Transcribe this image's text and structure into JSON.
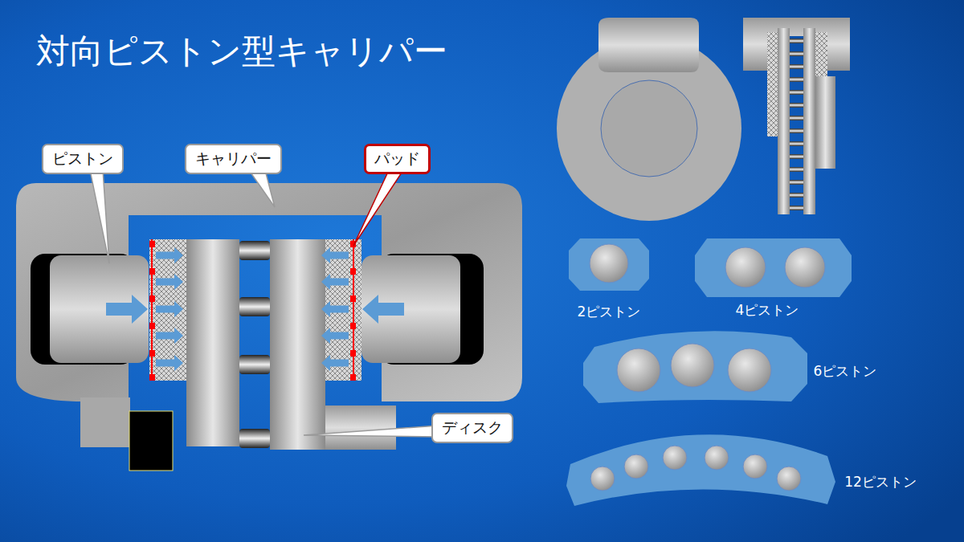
{
  "diagram": {
    "title": "対向ピストン型キャリパー",
    "nodes": [
      {
        "text": [
          "ピストン"
        ]
      },
      {
        "text": [
          "キャリパー"
        ]
      },
      {
        "text": [
          "パッド"
        ]
      },
      {
        "text": [
          "ディスク"
        ]
      }
    ],
    "labels": [
      "2ピストン",
      "4ピストン",
      "6ピストン",
      "12ピストン"
    ]
  }
}
